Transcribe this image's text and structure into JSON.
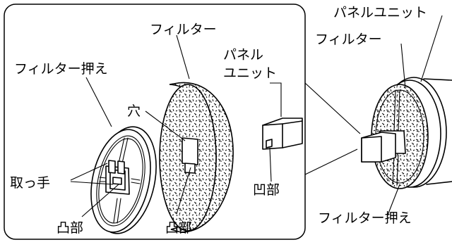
{
  "labels": {
    "filter_top": "フィルター",
    "panel_unit_line1": "パネル",
    "panel_unit_line2": "ユニット",
    "filter_holder_left": "フィルター押え",
    "hole": "穴",
    "handle": "取っ手",
    "convex_left": "凸部",
    "convex_center": "凸部",
    "concave": "凹部",
    "panel_unit_right": "パネルユニット",
    "filter_right": "フィルター",
    "filter_holder_right": "フィルター押え"
  }
}
